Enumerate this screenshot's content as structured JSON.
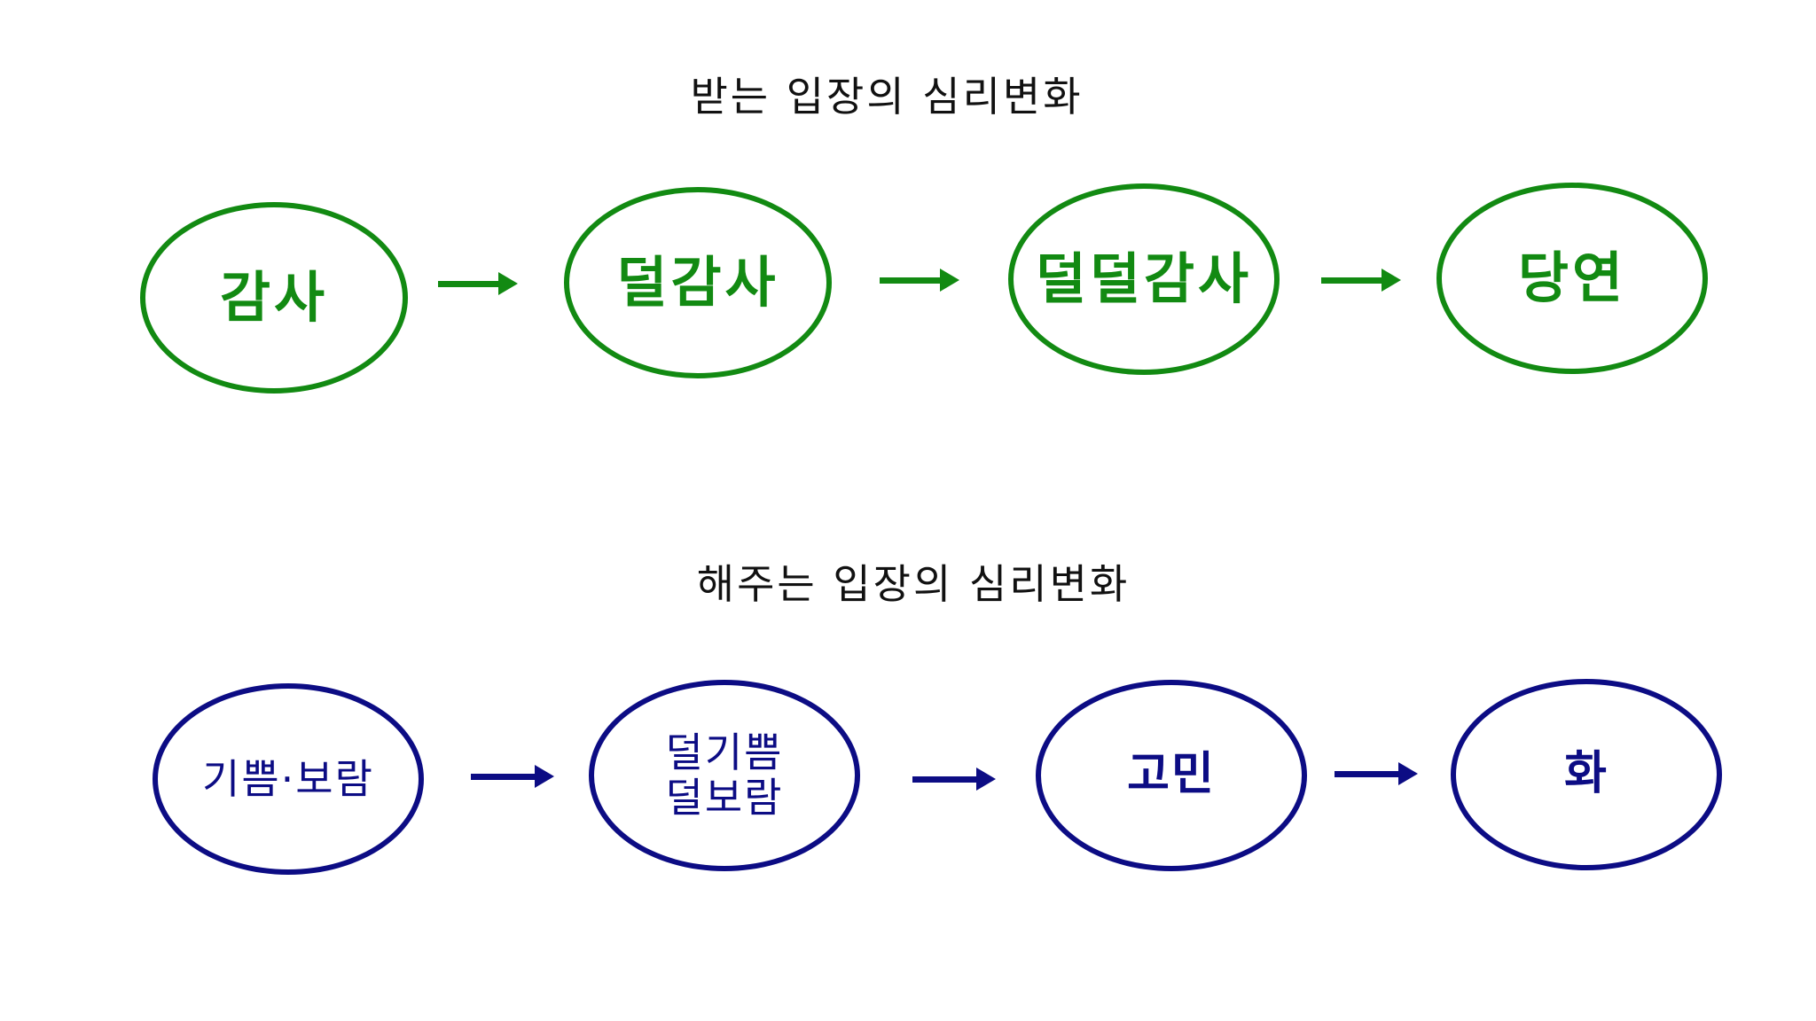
{
  "receiving": {
    "title": "받는 입장의 심리변화",
    "steps": [
      "감사",
      "덜감사",
      "덜덜감사",
      "당연"
    ]
  },
  "giving": {
    "title": "해주는 입장의 심리변화",
    "steps": [
      "기쁨·보람",
      "덜기쁨\n덜보람",
      "고민",
      "화"
    ]
  },
  "colors": {
    "receiving": "#128a12",
    "giving": "#0c0c84",
    "title": "#111111"
  },
  "icons": {
    "connector": "right-arrow-icon"
  }
}
